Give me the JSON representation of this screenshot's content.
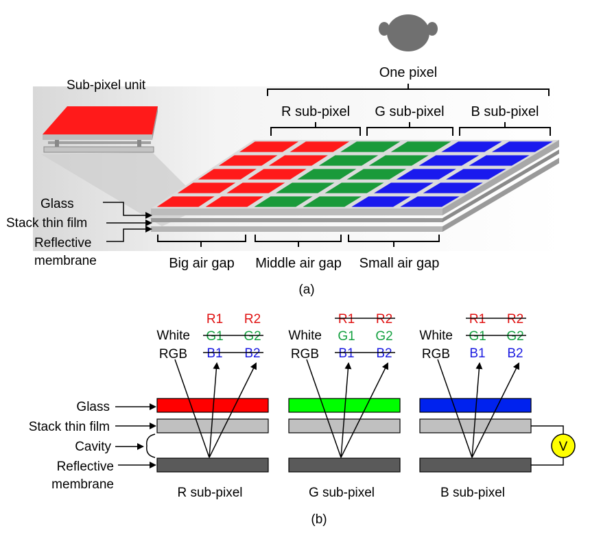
{
  "part_a": {
    "caption": "(a)",
    "subpixel_unit_label": "Sub-pixel unit",
    "one_pixel_label": "One pixel",
    "subpixel_labels": [
      "R sub-pixel",
      "G sub-pixel",
      "B sub-pixel"
    ],
    "layer_labels": [
      "Glass",
      "Stack thin film",
      "Reflective",
      "membrane"
    ],
    "gap_labels": [
      "Big air gap",
      "Middle air gap",
      "Small air gap"
    ],
    "colors": {
      "red": "#ff1a1a",
      "green": "#1a9a3a",
      "blue": "#1a1aee"
    }
  },
  "part_b": {
    "caption": "(b)",
    "left_labels": [
      "Glass",
      "Stack thin film",
      "Cavity",
      "Reflective",
      "membrane"
    ],
    "white_label": "White",
    "rgb_label": "RGB",
    "cells": [
      {
        "name": "R sub-pixel",
        "glass_color": "#ff0000",
        "rows": [
          {
            "a": "R1",
            "b": "R2",
            "color": "#e01010",
            "struck": false
          },
          {
            "a": "G1",
            "b": "G2",
            "color": "#14a040",
            "struck": true
          },
          {
            "a": "B1",
            "b": "B2",
            "color": "#1a1ae0",
            "struck": true
          }
        ]
      },
      {
        "name": "G sub-pixel",
        "glass_color": "#00ff00",
        "rows": [
          {
            "a": "R1",
            "b": "R2",
            "color": "#e01010",
            "struck": true
          },
          {
            "a": "G1",
            "b": "G2",
            "color": "#14a040",
            "struck": false
          },
          {
            "a": "B1",
            "b": "B2",
            "color": "#1a1ae0",
            "struck": true
          }
        ]
      },
      {
        "name": "B sub-pixel",
        "glass_color": "#0022ee",
        "rows": [
          {
            "a": "R1",
            "b": "R2",
            "color": "#e01010",
            "struck": true
          },
          {
            "a": "G1",
            "b": "G2",
            "color": "#14a040",
            "struck": true
          },
          {
            "a": "B1",
            "b": "B2",
            "color": "#1a1ae0",
            "struck": false
          }
        ]
      }
    ],
    "voltage_label": "V",
    "voltage_color": "#ffff00"
  },
  "icon": "viewer-head-icon"
}
